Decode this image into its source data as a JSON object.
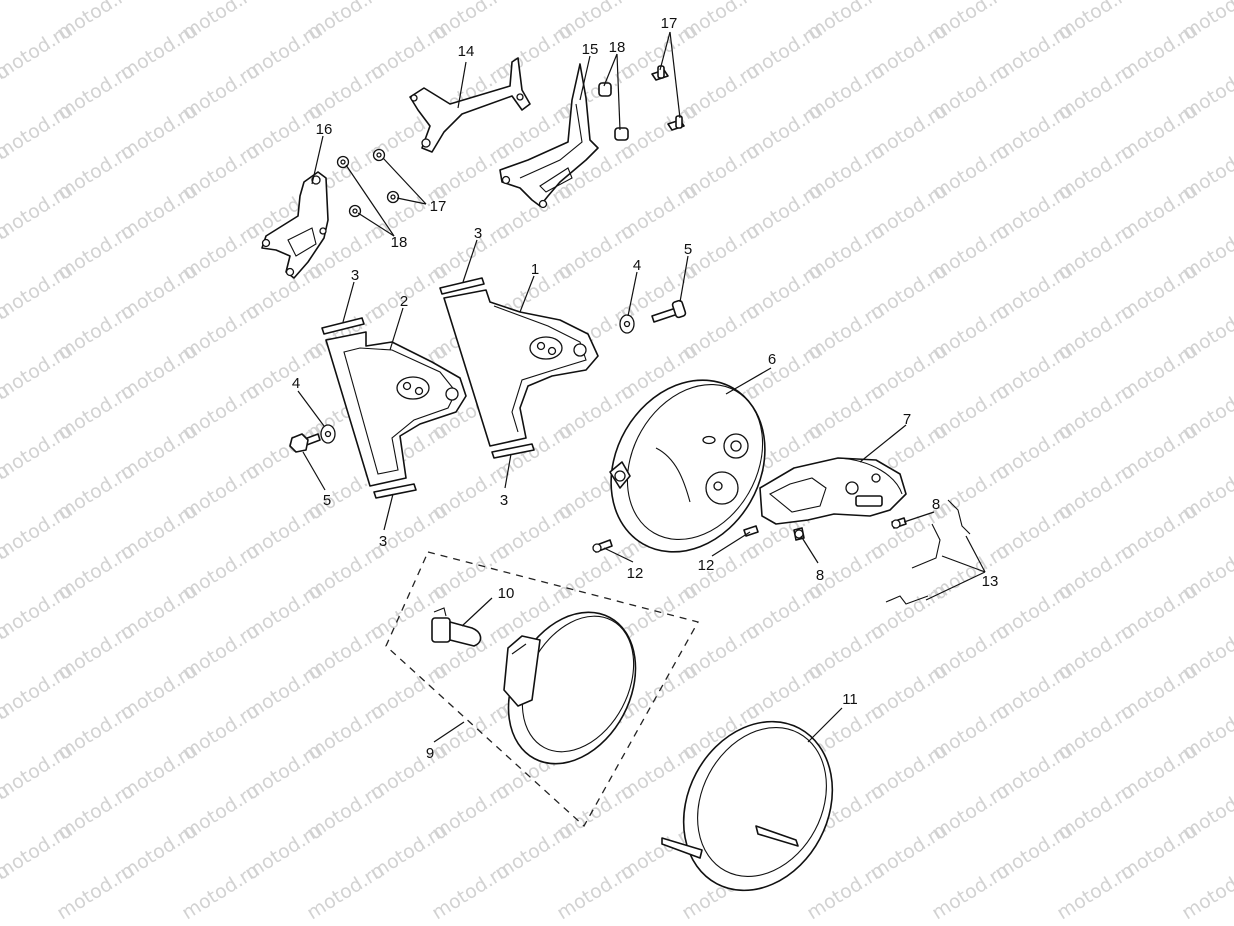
{
  "watermark": {
    "text": "motod.ru"
  },
  "callouts": [
    {
      "id": "c14",
      "label": "14"
    },
    {
      "id": "c15",
      "label": "15"
    },
    {
      "id": "c18a",
      "label": "18"
    },
    {
      "id": "c17a",
      "label": "17"
    },
    {
      "id": "c16",
      "label": "16"
    },
    {
      "id": "c17b",
      "label": "17"
    },
    {
      "id": "c18b",
      "label": "18"
    },
    {
      "id": "c3a",
      "label": "3"
    },
    {
      "id": "c1",
      "label": "1"
    },
    {
      "id": "c4a",
      "label": "4"
    },
    {
      "id": "c5a",
      "label": "5"
    },
    {
      "id": "c3b",
      "label": "3"
    },
    {
      "id": "c2",
      "label": "2"
    },
    {
      "id": "c4b",
      "label": "4"
    },
    {
      "id": "c6",
      "label": "6"
    },
    {
      "id": "c7",
      "label": "7"
    },
    {
      "id": "c5b",
      "label": "5"
    },
    {
      "id": "c3c",
      "label": "3"
    },
    {
      "id": "c3d",
      "label": "3"
    },
    {
      "id": "c8a",
      "label": "8"
    },
    {
      "id": "c12a",
      "label": "12"
    },
    {
      "id": "c12b",
      "label": "12"
    },
    {
      "id": "c8b",
      "label": "8"
    },
    {
      "id": "c13",
      "label": "13"
    },
    {
      "id": "c10",
      "label": "10"
    },
    {
      "id": "c9",
      "label": "9"
    },
    {
      "id": "c11",
      "label": "11"
    }
  ]
}
